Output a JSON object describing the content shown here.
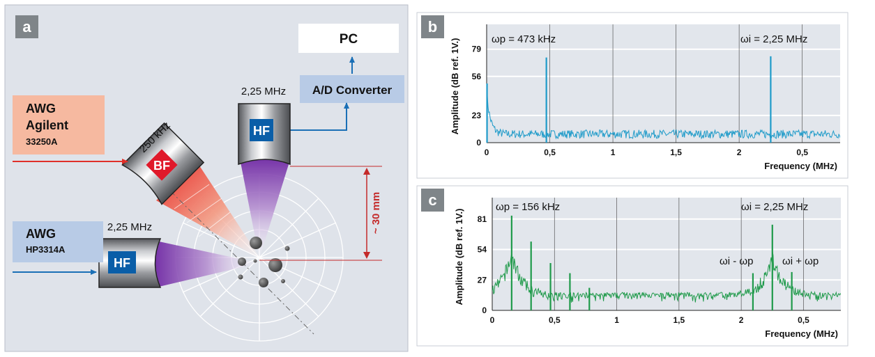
{
  "panel_a": {
    "letter": "a",
    "pc_label": "PC",
    "adc_label": "A/D Converter",
    "freq_top": "2,25 MHz",
    "hf_top": "HF",
    "awg1_line1": "AWG",
    "awg1_line2": "Agilent",
    "awg1_line3": "33250A",
    "freq_bf": "250 kHz",
    "bf": "BF",
    "awg2_line1": "AWG",
    "awg2_line2": "HP3314A",
    "freq_left": "2,25 MHz",
    "hf_left": "HF",
    "distance": "~ 30 mm"
  },
  "colors": {
    "panel_bg": "#dfe3ea",
    "red_arrow": "#e0302a",
    "blue_arrow": "#1a6fb6",
    "awg_red_box": "#f6b9a0",
    "awg_blue_box": "#b8cbe6",
    "hf_badge": "#0a5ea8",
    "bf_badge": "#e0192a",
    "trace_b": "#1f9bc9",
    "trace_c": "#1f9a4a"
  },
  "chart_data": [
    {
      "panel": "b",
      "type": "line",
      "ylabel": "Amplitude (dB ref. 1V.)",
      "xlabel": "Frequency (MHz)",
      "x_ticks": [
        "0",
        "0,5",
        "1",
        "1,5",
        "2",
        "0,5"
      ],
      "x_tick_values": [
        0,
        0.5,
        1,
        1.5,
        2,
        2.5
      ],
      "y_ticks": [
        "0",
        "23",
        "56",
        "79"
      ],
      "y_tick_values": [
        0,
        23,
        56,
        79
      ],
      "xlim": [
        0,
        2.8
      ],
      "ylim": [
        0,
        100
      ],
      "grid": true,
      "noise_floor": 8,
      "peaks": [
        {
          "x": 0.003,
          "y": 50
        },
        {
          "x": 0.473,
          "y": 72
        },
        {
          "x": 2.25,
          "y": 73
        }
      ],
      "annotations": [
        "ωp = 473 kHz",
        "ωi = 2,25 MHz"
      ]
    },
    {
      "panel": "c",
      "type": "line",
      "ylabel": "Amplitude (dB ref. 1V.)",
      "xlabel": "Frequency (MHz)",
      "x_ticks": [
        "0",
        "0,5",
        "1",
        "1,5",
        "2",
        "0,5"
      ],
      "x_tick_values": [
        0,
        0.5,
        1,
        1.5,
        2,
        2.5
      ],
      "y_ticks": [
        "0",
        "27",
        "54",
        "81"
      ],
      "y_tick_values": [
        0,
        27,
        54,
        81
      ],
      "xlim": [
        0,
        2.8
      ],
      "ylim": [
        0,
        100
      ],
      "grid": true,
      "noise_floor": 12,
      "resonances": [
        {
          "x": 0.156,
          "y": 84
        },
        {
          "x": 2.25,
          "y": 76
        }
      ],
      "harmonics": [
        {
          "x": 0.312,
          "y": 61
        },
        {
          "x": 0.468,
          "y": 42
        },
        {
          "x": 0.624,
          "y": 33
        },
        {
          "x": 0.78,
          "y": 20
        },
        {
          "x": 2.094,
          "y": 33
        },
        {
          "x": 2.406,
          "y": 34
        }
      ],
      "annotations": [
        "ωp = 156 kHz",
        "ωi = 2,25 MHz",
        "ωi - ωp",
        "ωi + ωp"
      ]
    }
  ]
}
